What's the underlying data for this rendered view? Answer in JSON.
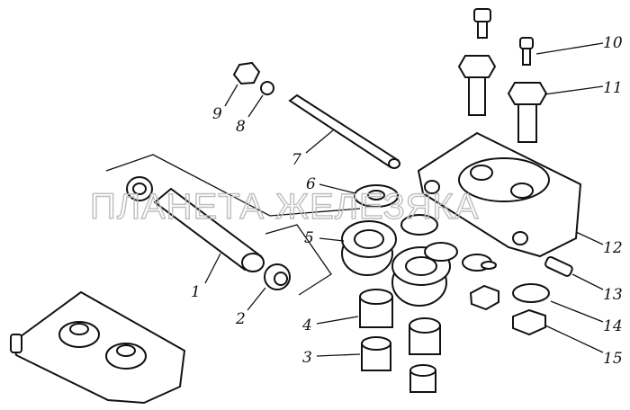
{
  "watermark": "ПЛАНЕТА ЖЕЛЕЗЯКА",
  "labels": {
    "l1": "1",
    "l2": "2",
    "l3": "3",
    "l4": "4",
    "l5": "5",
    "l6": "6",
    "l7": "7",
    "l8": "8",
    "l9": "9",
    "l10": "10",
    "l11": "11",
    "l12": "12",
    "l13": "13",
    "l14": "14",
    "l15": "15"
  }
}
